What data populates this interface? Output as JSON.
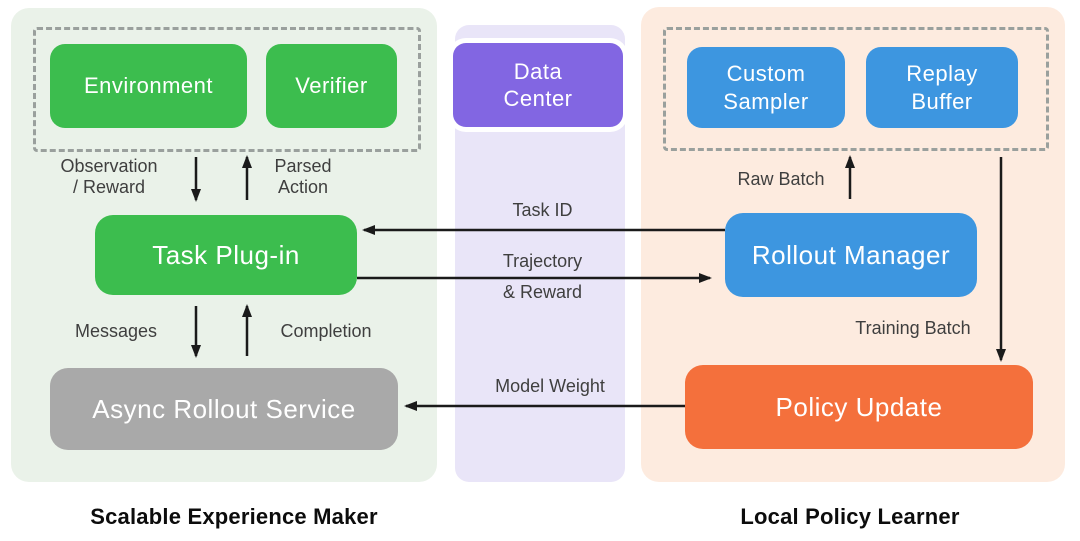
{
  "diagram": {
    "left_panel": {
      "title": "Scalable Experience Maker",
      "nodes": {
        "environment": "Environment",
        "verifier": "Verifier",
        "task_plugin": "Task Plug-in",
        "async_rollout_service": "Async Rollout Service"
      },
      "edge_labels": {
        "observation_reward": "Observation\n/ Reward",
        "parsed_action": "Parsed\nAction",
        "messages": "Messages",
        "completion": "Completion"
      }
    },
    "center_channel": {
      "node": "Data\nCenter",
      "edge_labels": {
        "task_id": "Task ID",
        "trajectory": "Trajectory",
        "trajectory_reward": "& Reward",
        "model_weight": "Model Weight"
      }
    },
    "right_panel": {
      "title": "Local Policy Learner",
      "nodes": {
        "custom_sampler": "Custom\nSampler",
        "replay_buffer": "Replay\nBuffer",
        "rollout_manager": "Rollout Manager",
        "policy_update": "Policy Update"
      },
      "edge_labels": {
        "raw_batch": "Raw Batch",
        "training_batch": "Training Batch"
      }
    },
    "colors": {
      "green_node": "#3cbd4e",
      "blue_node": "#3d96e0",
      "purple_node": "#8266e2",
      "orange_node": "#f4703c",
      "gray_node": "#a9a9a9",
      "left_panel_bg": "#eaf2e9",
      "right_panel_bg": "#fdebdf",
      "center_channel_bg": "#e9e5f8",
      "dashed_frame": "#9aa09d",
      "arrow": "#1a1a1a",
      "label_text": "#3f3f3f"
    }
  }
}
